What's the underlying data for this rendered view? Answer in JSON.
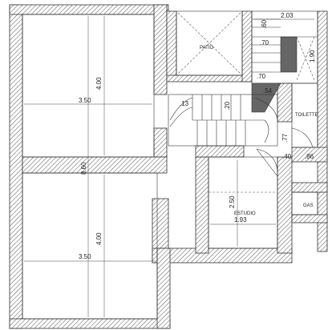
{
  "rooms": {
    "patio": "PATIO",
    "toilette": "TOILETTE",
    "estudio": "ESTUDIO",
    "gas": "GAS"
  },
  "dimensions": {
    "top_room_width": "3.50",
    "top_room_height": "4.00",
    "total_height": "8.60",
    "bottom_room_width": "3.50",
    "bottom_room_height": "4.00",
    "estudio_width": "1.93",
    "estudio_height": "2.50",
    "stair_top_width": "2.03",
    "dim_60": ".60",
    "dim_70_a": ".70",
    "dim_70_b": ".70",
    "dim_54": ".54",
    "dim_20": ".20",
    "dim_13": ".13",
    "dim_77": ".77",
    "dim_40": ".40",
    "dim_86": ".86",
    "dim_90": "1.90"
  }
}
